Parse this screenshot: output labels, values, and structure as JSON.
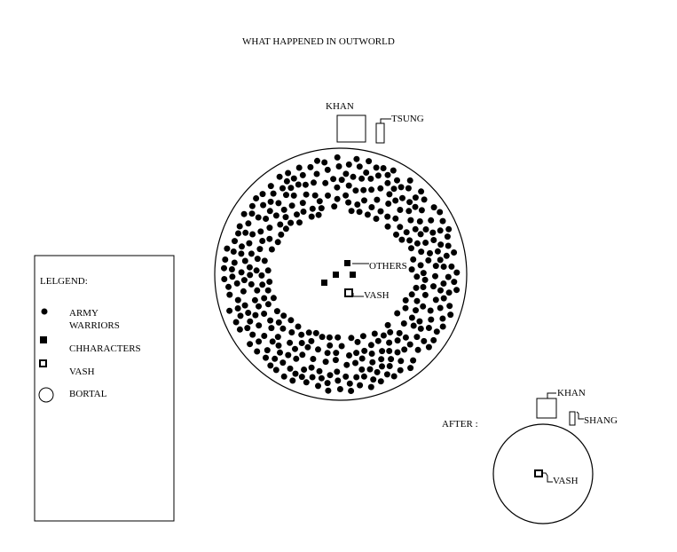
{
  "title": "WHAT HAPPENED IN OUTWORLD",
  "top_labels": {
    "khan": "KHAN",
    "tsung": "TSUNG",
    "others": "OTHERS",
    "vash": "VASH"
  },
  "legend": {
    "heading": "LELGEND:",
    "items": [
      {
        "icon": "dot-icon",
        "label_line1": "ARMY",
        "label_line2": "WARRIORS"
      },
      {
        "icon": "filled-square-icon",
        "label": "CHHARACTERS"
      },
      {
        "icon": "vash-square-icon",
        "label": "VASH"
      },
      {
        "icon": "circle-icon",
        "label": "BORTAL"
      }
    ]
  },
  "after": {
    "label": "AFTER :",
    "khan": "KHAN",
    "shang": "SHANG",
    "vash": "VASH"
  },
  "colors": {
    "ink": "#000000",
    "background": "#ffffff"
  }
}
